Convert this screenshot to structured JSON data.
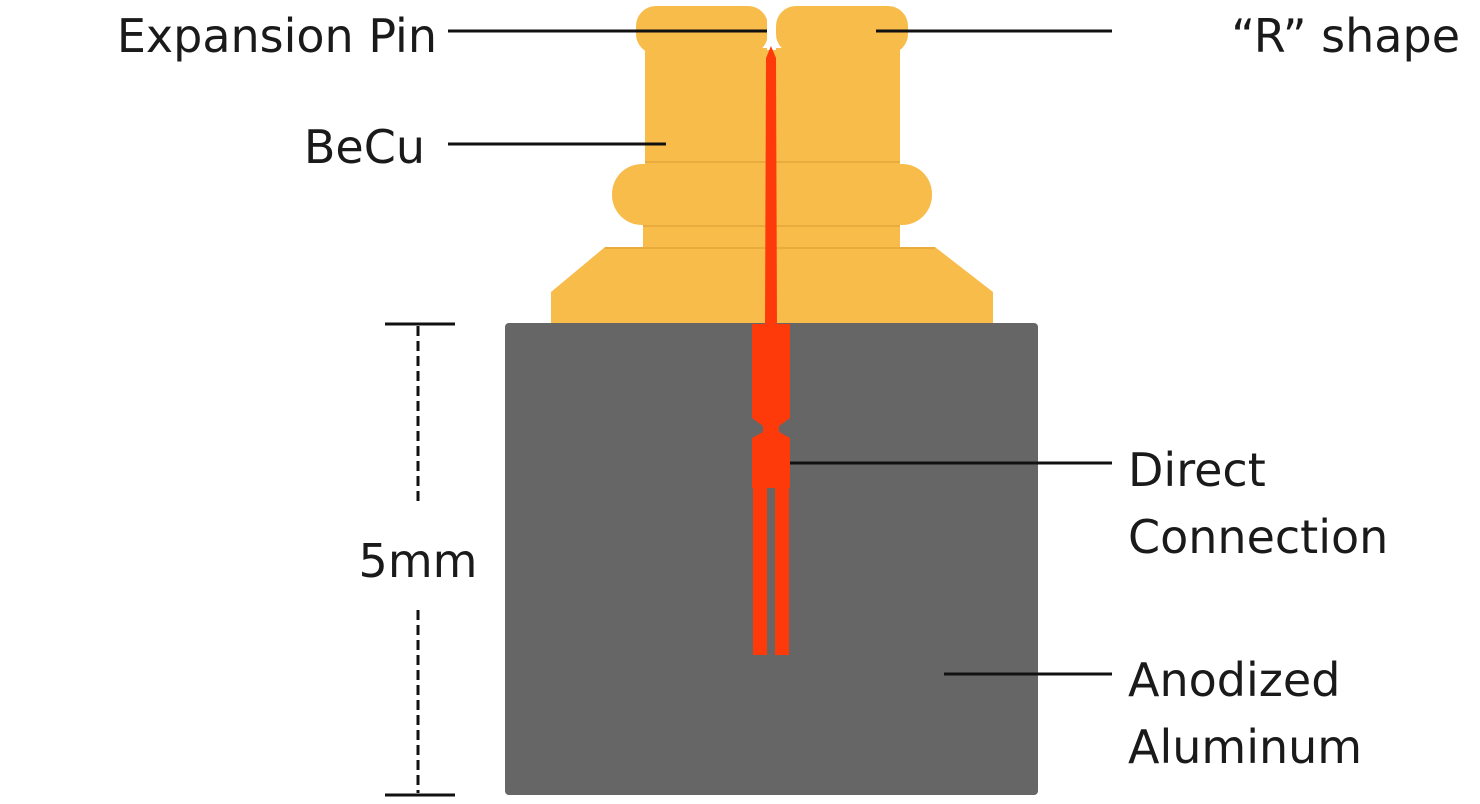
{
  "labels": {
    "expansion_pin": "Expansion Pin",
    "r_shape": "“R” shape",
    "becu": "BeCu",
    "direct_line1": "Direct",
    "direct_line2": "Connection",
    "anodized_line1": "Anodized",
    "anodized_line2": "Aluminum",
    "dimension": "5mm"
  },
  "colors": {
    "becu": "#F8BC4A",
    "becu_edge": "#E5A53A",
    "aluminum": "#666666",
    "pin": "#FF3A0A",
    "line": "#111111",
    "text": "#1a1a1a"
  },
  "icons": {
    "dimension_marker": "vertical-dimension-arrow"
  }
}
